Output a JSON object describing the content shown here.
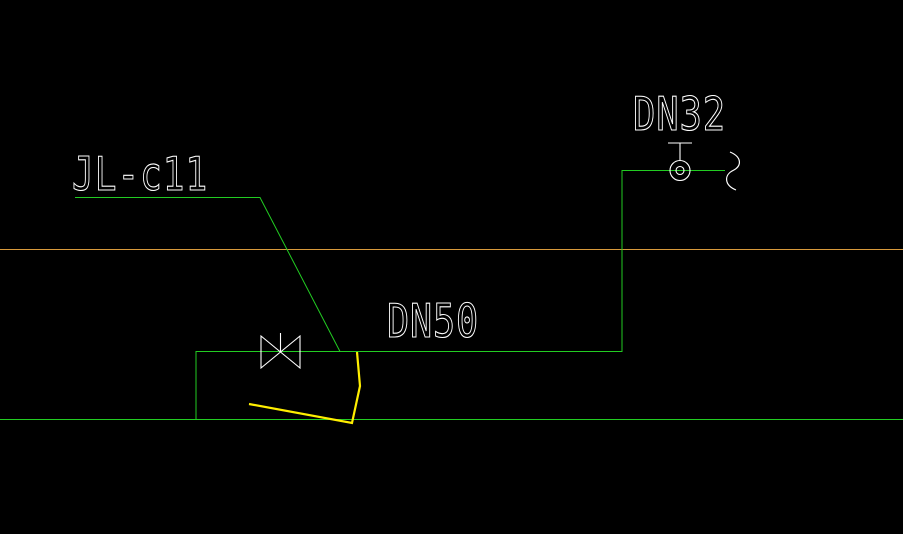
{
  "drawing": {
    "background_color": "#000000",
    "labels": {
      "riser": "JL-c11",
      "main_pipe": "DN50",
      "branch_pipe": "DN32"
    },
    "colors": {
      "pipe": "#22cc22",
      "reference_line": "#d89a3c",
      "highlight": "#ffee00",
      "symbol": "#ffffff",
      "text": "#ffffff"
    },
    "symbols": [
      {
        "name": "gate-valve",
        "color": "#ffffff"
      },
      {
        "name": "water-meter",
        "color": "#ffffff"
      },
      {
        "name": "pipe-break",
        "color": "#ffffff"
      }
    ]
  }
}
